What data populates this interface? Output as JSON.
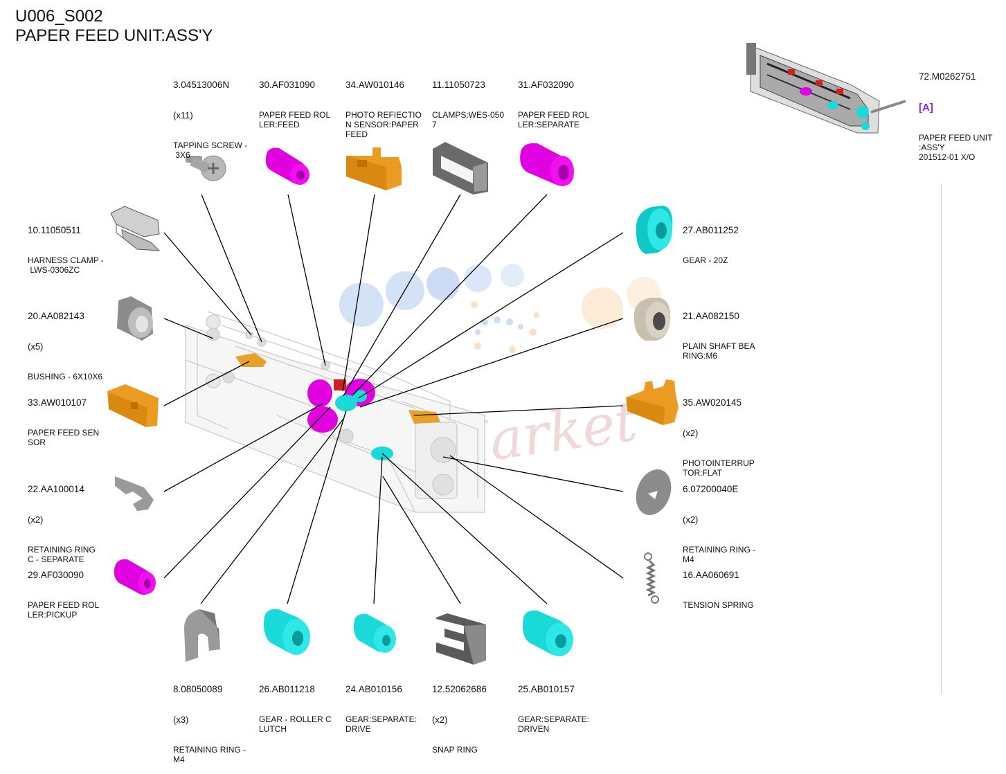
{
  "header": {
    "code": "U006_S002",
    "title": "PAPER FEED UNIT:ASS'Y"
  },
  "assembly": {
    "number": "72.M0262751",
    "tag": "[A]",
    "text": "PAPER FEED UNIT\n:ASS'Y\n201512-01 X/O"
  },
  "watermark": "Market",
  "colors": {
    "magenta": "#e000e0",
    "cyan": "#19d9d9",
    "orange": "#f0a020",
    "gray": "#a8a8a8",
    "leader": "#000000",
    "tag": "#8a2be2"
  },
  "parts": [
    {
      "id": "p3",
      "number": "3.04513006N",
      "qty": "(x11)",
      "text": "TAPPING SCREW -\n 3X6",
      "icon": "screw-icon"
    },
    {
      "id": "p30",
      "number": "30.AF031090",
      "qty": "",
      "text": "PAPER FEED ROL\nLER:FEED",
      "icon": "roller-icon"
    },
    {
      "id": "p34",
      "number": "34.AW010146",
      "qty": "",
      "text": "PHOTO REFIECTIO\nN SENSOR:PAPER\nFEED",
      "icon": "sensor-icon"
    },
    {
      "id": "p11",
      "number": "11.11050723",
      "qty": "",
      "text": "CLAMPS:WES-050\n7",
      "icon": "clamp-icon"
    },
    {
      "id": "p31",
      "number": "31.AF032090",
      "qty": "",
      "text": "PAPER FEED ROL\nLER:SEPARATE",
      "icon": "roller-icon"
    },
    {
      "id": "p10",
      "number": "10.11050511",
      "qty": "",
      "text": "HARNESS CLAMP -\n LWS-0306ZC",
      "icon": "harness-clamp-icon"
    },
    {
      "id": "p20",
      "number": "20.AA082143",
      "qty": "(x5)",
      "text": "BUSHING - 6X10X6",
      "icon": "bushing-icon"
    },
    {
      "id": "p33",
      "number": "33.AW010107",
      "qty": "",
      "text": "PAPER FEED SEN\nSOR",
      "icon": "sensor-icon"
    },
    {
      "id": "p22",
      "number": "22.AA100014",
      "qty": "(x2)",
      "text": "RETAINING RING\nC - SEPARATE",
      "icon": "c-ring-icon"
    },
    {
      "id": "p29",
      "number": "29.AF030090",
      "qty": "",
      "text": "PAPER FEED ROL\nLER:PICKUP",
      "icon": "roller-icon"
    },
    {
      "id": "p8",
      "number": "8.08050089",
      "qty": "(x3)",
      "text": "RETAINING RING -\nM4",
      "icon": "retaining-ring-icon"
    },
    {
      "id": "p26",
      "number": "26.AB011218",
      "qty": "",
      "text": "GEAR - ROLLER C\nLUTCH",
      "icon": "gear-icon"
    },
    {
      "id": "p24",
      "number": "24.AB010156",
      "qty": "",
      "text": "GEAR:SEPARATE:\nDRIVE",
      "icon": "gear-icon"
    },
    {
      "id": "p12",
      "number": "12.52062686",
      "qty": "(x2)",
      "text": "SNAP RING",
      "icon": "snap-ring-icon"
    },
    {
      "id": "p25",
      "number": "25.AB010157",
      "qty": "",
      "text": "GEAR:SEPARATE:\nDRIVEN",
      "icon": "gear-icon"
    },
    {
      "id": "p27",
      "number": "27.AB011252",
      "qty": "",
      "text": "GEAR - 20Z",
      "icon": "gear-icon"
    },
    {
      "id": "p21",
      "number": "21.AA082150",
      "qty": "",
      "text": "PLAIN SHAFT BEA\nRING:M6",
      "icon": "bearing-icon"
    },
    {
      "id": "p35",
      "number": "35.AW020145",
      "qty": "(x2)",
      "text": "PHOTOINTERRUP\nTOR:FLAT",
      "icon": "photointerrupter-icon"
    },
    {
      "id": "p6",
      "number": "6.07200040E",
      "qty": "(x2)",
      "text": "RETAINING RING -\nM4",
      "icon": "e-ring-icon"
    },
    {
      "id": "p16",
      "number": "16.AA060691",
      "qty": "",
      "text": "TENSION SPRING",
      "icon": "spring-icon"
    }
  ]
}
